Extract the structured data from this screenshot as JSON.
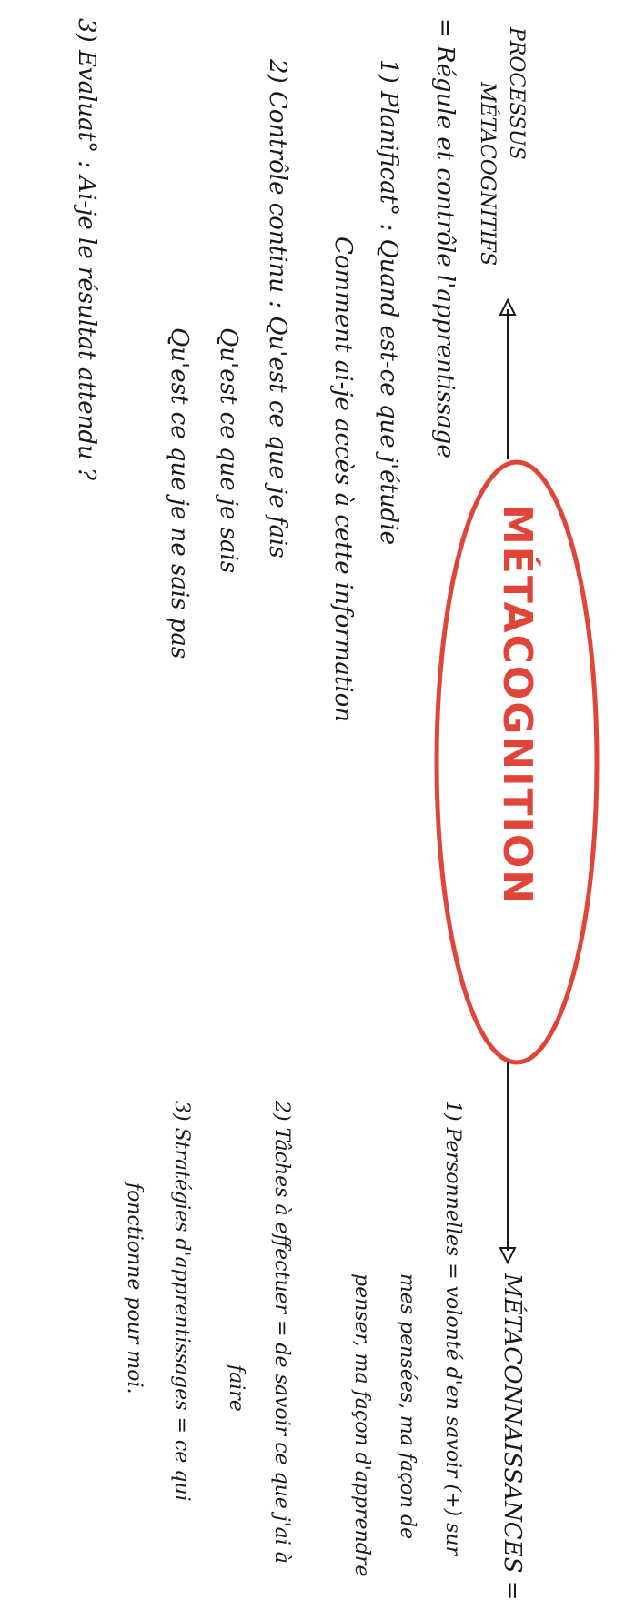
{
  "center": {
    "title": "MÉTACOGNITION",
    "accent": "#e0453a"
  },
  "left_branch": {
    "header_line1": "PROCESSUS",
    "header_line2": "MÉTACOGNITIFS",
    "definition": "= Régule et contrôle l'apprentissage",
    "items": [
      {
        "label": "1) Planificat° : Quand est-ce que j'étudie"
      },
      {
        "label": "Comment ai-je accès à cette information"
      },
      {
        "label": "2) Contrôle continu : Qu'est ce que je fais"
      },
      {
        "label": "Qu'est ce que je sais"
      },
      {
        "label": "Qu'est ce que je ne sais pas"
      },
      {
        "label": "3) Evaluat° : Ai-je le résultat attendu ?"
      }
    ]
  },
  "right_branch": {
    "header": "MÉTACONNAISSANCES =",
    "items": [
      {
        "label": "1) Personnelles = volonté d'en savoir (+) sur"
      },
      {
        "label": "mes pensées, ma façon de"
      },
      {
        "label": "penser, ma façon d'apprendre"
      },
      {
        "label": "2) Tâches à effectuer = de savoir ce que j'ai à"
      },
      {
        "label": "faire"
      },
      {
        "label": "3) Stratégies d'apprentissages = ce qui"
      },
      {
        "label": "fonctionne pour moi."
      }
    ]
  }
}
